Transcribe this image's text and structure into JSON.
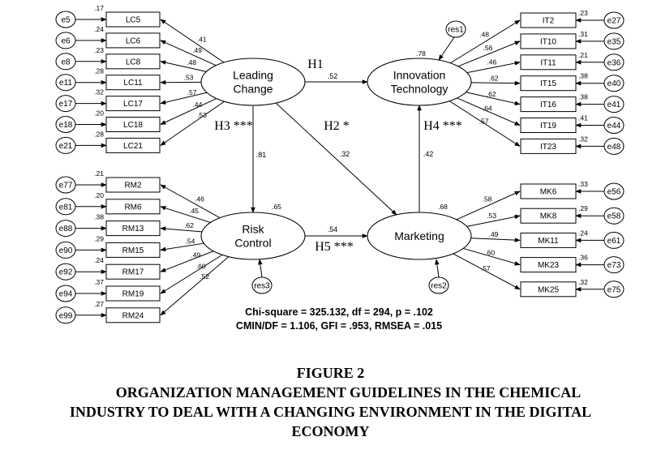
{
  "figure": {
    "number": "FIGURE 2",
    "caption_lines": [
      "ORGANIZATION MANAGEMENT GUIDELINES IN THE CHEMICAL",
      "INDUSTRY TO DEAL WITH A CHANGING ENVIRONMENT IN THE DIGITAL",
      "ECONOMY"
    ]
  },
  "fit": {
    "line1": "Chi-square = 325.132, df = 294, p = .102",
    "line2": "CMIN/DF = 1.106, GFI = .953, RMSEA = .015"
  },
  "latents": {
    "LC": {
      "lines": [
        "Leading",
        "Change"
      ]
    },
    "IT": {
      "lines": [
        "Innovation",
        "Technology"
      ],
      "r2": ".78",
      "residual": "res1"
    },
    "RC": {
      "lines": [
        "Risk",
        "Control"
      ],
      "r2": ".65",
      "residual": "res3"
    },
    "MK": {
      "lines": [
        "Marketing"
      ],
      "r2": ".68",
      "residual": "res2"
    }
  },
  "groups": [
    {
      "latent": "LC",
      "side": "left",
      "items": [
        {
          "error": "e5",
          "indicator": "LC5",
          "r2": ".17",
          "loading": ".41"
        },
        {
          "error": "e6",
          "indicator": "LC6",
          "r2": ".24",
          "loading": ".49"
        },
        {
          "error": "e8",
          "indicator": "LC8",
          "r2": ".23",
          "loading": ".48"
        },
        {
          "error": "e11",
          "indicator": "LC11",
          "r2": ".28",
          "loading": ".53"
        },
        {
          "error": "e17",
          "indicator": "LC17",
          "r2": ".32",
          "loading": ".57"
        },
        {
          "error": "e18",
          "indicator": "LC18",
          "r2": ".20",
          "loading": ".44"
        },
        {
          "error": "e21",
          "indicator": "LC21",
          "r2": ".28",
          "loading": ".53"
        }
      ]
    },
    {
      "latent": "RC",
      "side": "left",
      "items": [
        {
          "error": "e77",
          "indicator": "RM2",
          "r2": ".21",
          "loading": ".46"
        },
        {
          "error": "e81",
          "indicator": "RM6",
          "r2": ".20",
          "loading": ".45"
        },
        {
          "error": "e88",
          "indicator": "RM13",
          "r2": ".38",
          "loading": ".62"
        },
        {
          "error": "e90",
          "indicator": "RM15",
          "r2": ".29",
          "loading": ".54"
        },
        {
          "error": "e92",
          "indicator": "RM17",
          "r2": ".24",
          "loading": ".49"
        },
        {
          "error": "e94",
          "indicator": "RM19",
          "r2": ".37",
          "loading": ".60"
        },
        {
          "error": "e99",
          "indicator": "RM24",
          "r2": ".27",
          "loading": ".52"
        }
      ]
    },
    {
      "latent": "IT",
      "side": "right",
      "items": [
        {
          "error": "e27",
          "indicator": "IT2",
          "r2": ".23",
          "loading": ".48"
        },
        {
          "error": "e35",
          "indicator": "IT10",
          "r2": ".31",
          "loading": ".56"
        },
        {
          "error": "e36",
          "indicator": "IT11",
          "r2": ".21",
          "loading": ".46"
        },
        {
          "error": "e40",
          "indicator": "IT15",
          "r2": ".38",
          "loading": ".62"
        },
        {
          "error": "e41",
          "indicator": "IT16",
          "r2": ".38",
          "loading": ".62"
        },
        {
          "error": "e44",
          "indicator": "IT19",
          "r2": ".41",
          "loading": ".64"
        },
        {
          "error": "e48",
          "indicator": "IT23",
          "r2": ".32",
          "loading": ".57"
        }
      ]
    },
    {
      "latent": "MK",
      "side": "right",
      "items": [
        {
          "error": "e56",
          "indicator": "MK6",
          "r2": ".33",
          "loading": ".58"
        },
        {
          "error": "e58",
          "indicator": "MK8",
          "r2": ".29",
          "loading": ".53"
        },
        {
          "error": "e61",
          "indicator": "MK11",
          "r2": ".24",
          "loading": ".49"
        },
        {
          "error": "e73",
          "indicator": "MK23",
          "r2": ".36",
          "loading": ".60"
        },
        {
          "error": "e75",
          "indicator": "MK25",
          "r2": ".32",
          "loading": ".57"
        }
      ]
    }
  ],
  "paths": [
    {
      "id": "H1",
      "from": "LC",
      "to": "IT",
      "coef": ".52",
      "label": "H1"
    },
    {
      "id": "H2",
      "from": "LC",
      "to": "MK",
      "coef": ".32",
      "label": "H2 *"
    },
    {
      "id": "H3",
      "from": "LC",
      "to": "RC",
      "coef": ".81",
      "label": "H3 ***"
    },
    {
      "id": "H4",
      "from": "MK",
      "to": "IT",
      "coef": ".42",
      "label": "H4 ***"
    },
    {
      "id": "H5",
      "from": "RC",
      "to": "MK",
      "coef": ".54",
      "label": "H5 ***"
    }
  ]
}
